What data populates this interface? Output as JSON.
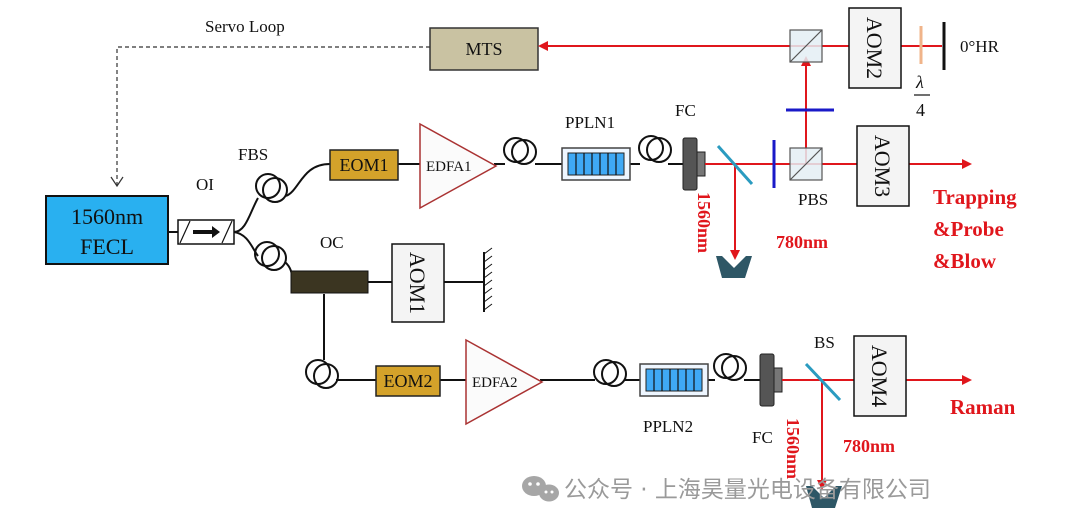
{
  "diagram": {
    "servo_loop": "Servo Loop",
    "mts": "MTS",
    "laser_line1": "1560nm",
    "laser_line2": "FECL",
    "oi": "OI",
    "fbs": "FBS",
    "oc": "OC",
    "eom1": "EOM1",
    "eom2": "EOM2",
    "edfa1": "EDFA1",
    "edfa2": "EDFA2",
    "ppln1": "PPLN1",
    "ppln2": "PPLN2",
    "fc_top": "FC",
    "fc_bottom": "FC",
    "pbs": "PBS",
    "bs": "BS",
    "aom1": "AOM1",
    "aom2": "AOM2",
    "aom3": "AOM3",
    "aom4": "AOM4",
    "hr": "0°HR",
    "lambda_num": "λ",
    "lambda_den": "4",
    "wl_1560_top": "1560nm",
    "wl_780_top": "780nm",
    "wl_1560_bottom": "1560nm",
    "wl_780_bottom": "780nm",
    "output_top_line1": "Trapping",
    "output_top_line2": "&Probe",
    "output_top_line3": "&Blow",
    "output_bottom": "Raman"
  },
  "watermark": "公众号 · 上海昊量光电设备有限公司",
  "colors": {
    "laser_box": "#29b0f0",
    "eom": "#d4a22a",
    "mts": "#c9c2a2",
    "oc": "#3b3521",
    "ppln": "#3fa9f5",
    "beam_red": "#e0161c",
    "filter_blue": "#1a1ac8",
    "beam_dump": "#2e5766",
    "waveplate": "#f0b48a"
  }
}
